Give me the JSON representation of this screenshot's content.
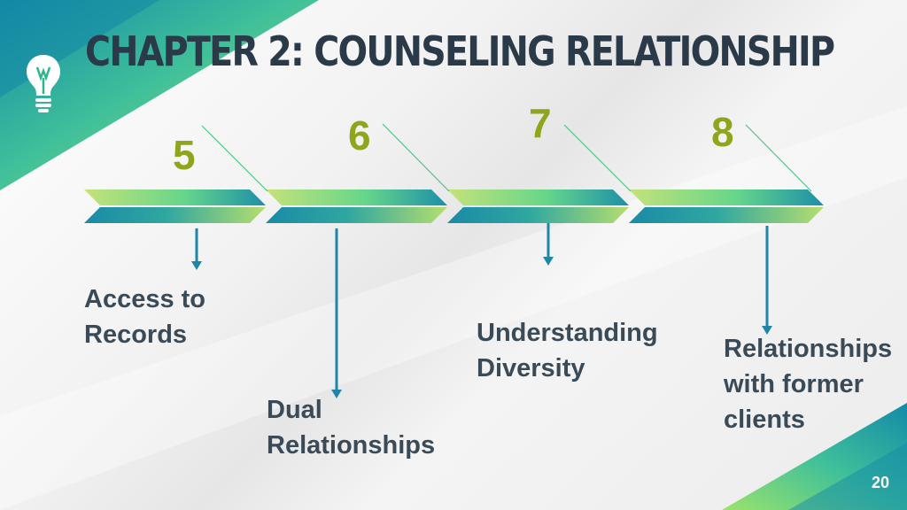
{
  "title": "CHAPTER 2: COUNSELING RELATIONSHIP",
  "page_number": "20",
  "icons": {
    "header": "lightbulb-icon"
  },
  "colors": {
    "title": "#2b3a48",
    "number": "#8ea51c",
    "label": "#3a4a57",
    "arrow": "#1f86a8",
    "teal": "#1a8ba6",
    "green": "#8fdc6a",
    "lime": "#c8e07a"
  },
  "milestones": [
    {
      "number": "5",
      "label_lines": [
        "Access to",
        "Records"
      ]
    },
    {
      "number": "6",
      "label_lines": [
        "Dual",
        "Relationships"
      ]
    },
    {
      "number": "7",
      "label_lines": [
        "Understanding",
        "Diversity"
      ]
    },
    {
      "number": "8",
      "label_lines": [
        "Relationships",
        "with former",
        "clients"
      ]
    }
  ]
}
